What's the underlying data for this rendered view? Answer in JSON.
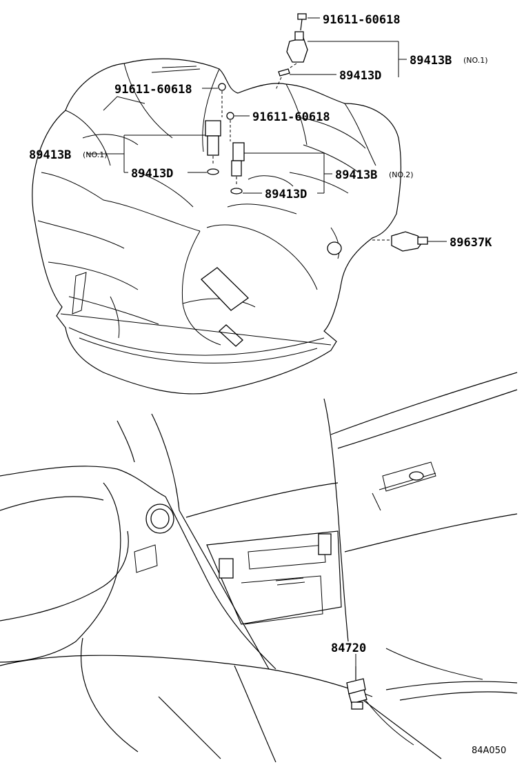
{
  "callouts": {
    "bolt_top": "91611-60618",
    "sensor_no1_top": "89413B",
    "sensor_no1_top_note": "(NO.1)",
    "oring_top": "89413D",
    "bolt_left": "91611-60618",
    "bolt_mid": "91611-60618",
    "sensor_no1_left": "89413B",
    "sensor_no1_left_note": "(NO.1)",
    "oring_left": "89413D",
    "sensor_no2": "89413B",
    "sensor_no2_note": "(NO.2)",
    "oring_no2": "89413D",
    "switch_side": "89637K",
    "interior_part": "84720"
  },
  "figure_code": "84A050"
}
